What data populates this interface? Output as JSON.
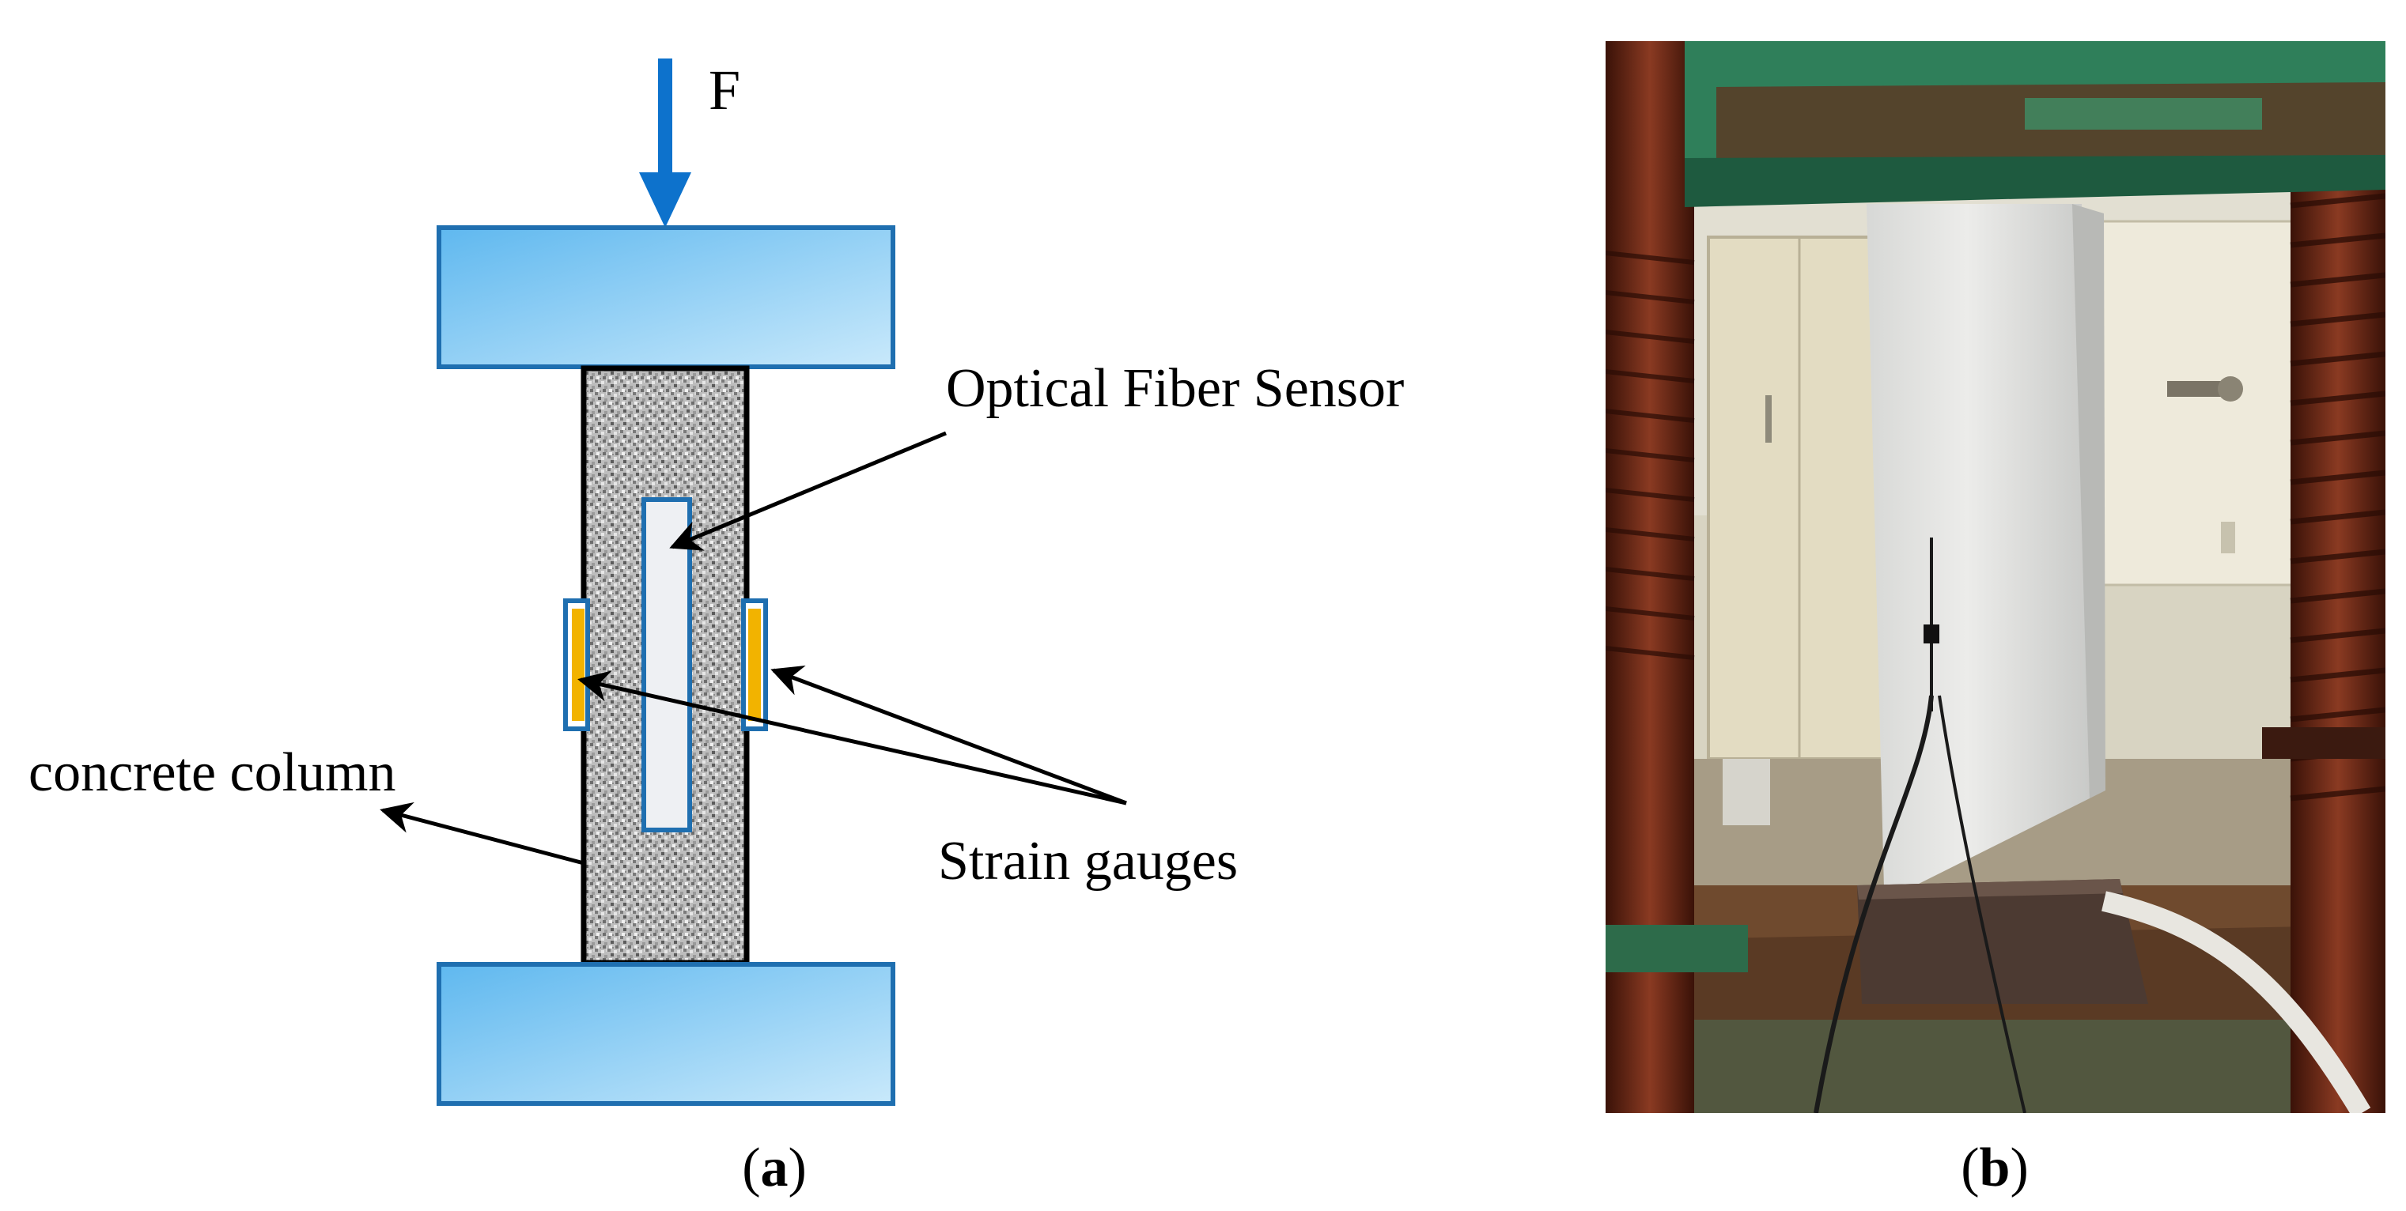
{
  "diagram": {
    "force_label": "F",
    "sensor_label": "Optical Fiber Sensor",
    "column_label": "concrete column",
    "gauges_label": "Strain gauges"
  },
  "captions": {
    "a_open": "(",
    "a_letter": "a",
    "a_close": ")",
    "b_open": "(",
    "b_letter": "b",
    "b_close": ")"
  },
  "colors": {
    "platen_blue": "#7cc6f0",
    "outline_blue": "#1f6fb0",
    "arrow_blue": "#0d72cc",
    "gauge_yellow": "#f2b300",
    "fiber_fill": "#eef0f3",
    "press_green": "#2f7f5a",
    "press_rust": "#7a3b22"
  },
  "icons": {
    "force_arrow": "down-arrow-icon"
  }
}
